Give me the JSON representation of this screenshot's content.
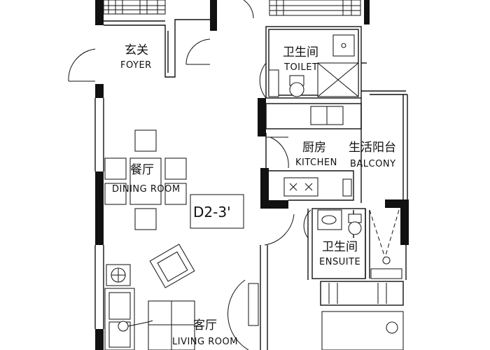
{
  "plan": {
    "unit_tag": "D2-3'",
    "rooms": {
      "foyer": {
        "cn": "玄关",
        "en": "FOYER"
      },
      "toilet": {
        "cn": "卫生间",
        "en": "TOILET"
      },
      "kitchen": {
        "cn": "厨房",
        "en": "KITCHEN"
      },
      "balcony": {
        "cn": "生活阳台",
        "en": "BALCONY"
      },
      "dining": {
        "cn": "餐厅",
        "en": "DINING ROOM"
      },
      "ensuite": {
        "cn": "卫生间",
        "en": "ENSUITE"
      },
      "living": {
        "cn": "客厅",
        "en": "LIVING ROOM"
      }
    }
  }
}
